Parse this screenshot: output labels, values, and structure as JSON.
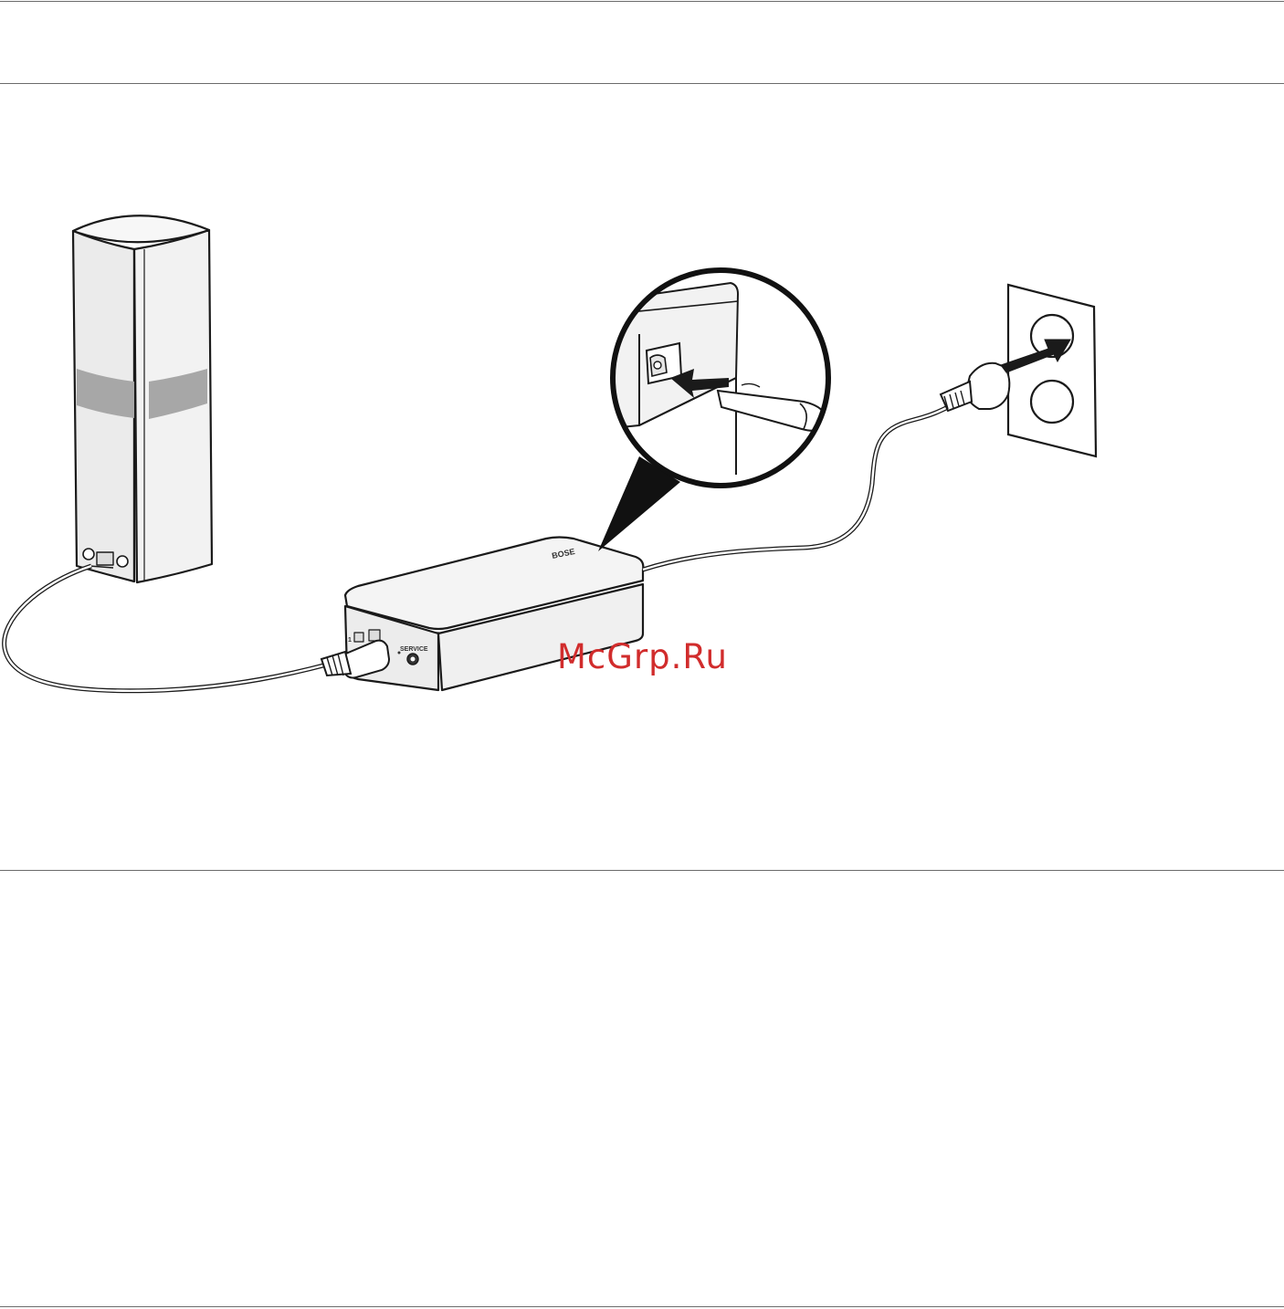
{
  "page": {
    "watermark": "McGrp.Ru"
  },
  "illustration": {
    "service_label": "SERVICE",
    "brand_label": "BOSE",
    "port_label_1": "1",
    "components": [
      "speaker-tower",
      "bass-module",
      "power-cord",
      "wall-outlet",
      "inset-magnifier"
    ]
  },
  "colors": {
    "line": "#1a1a1a",
    "device_fill": "#efefef",
    "band_fill": "#a7a7a7",
    "watermark": "#d12c2c"
  }
}
